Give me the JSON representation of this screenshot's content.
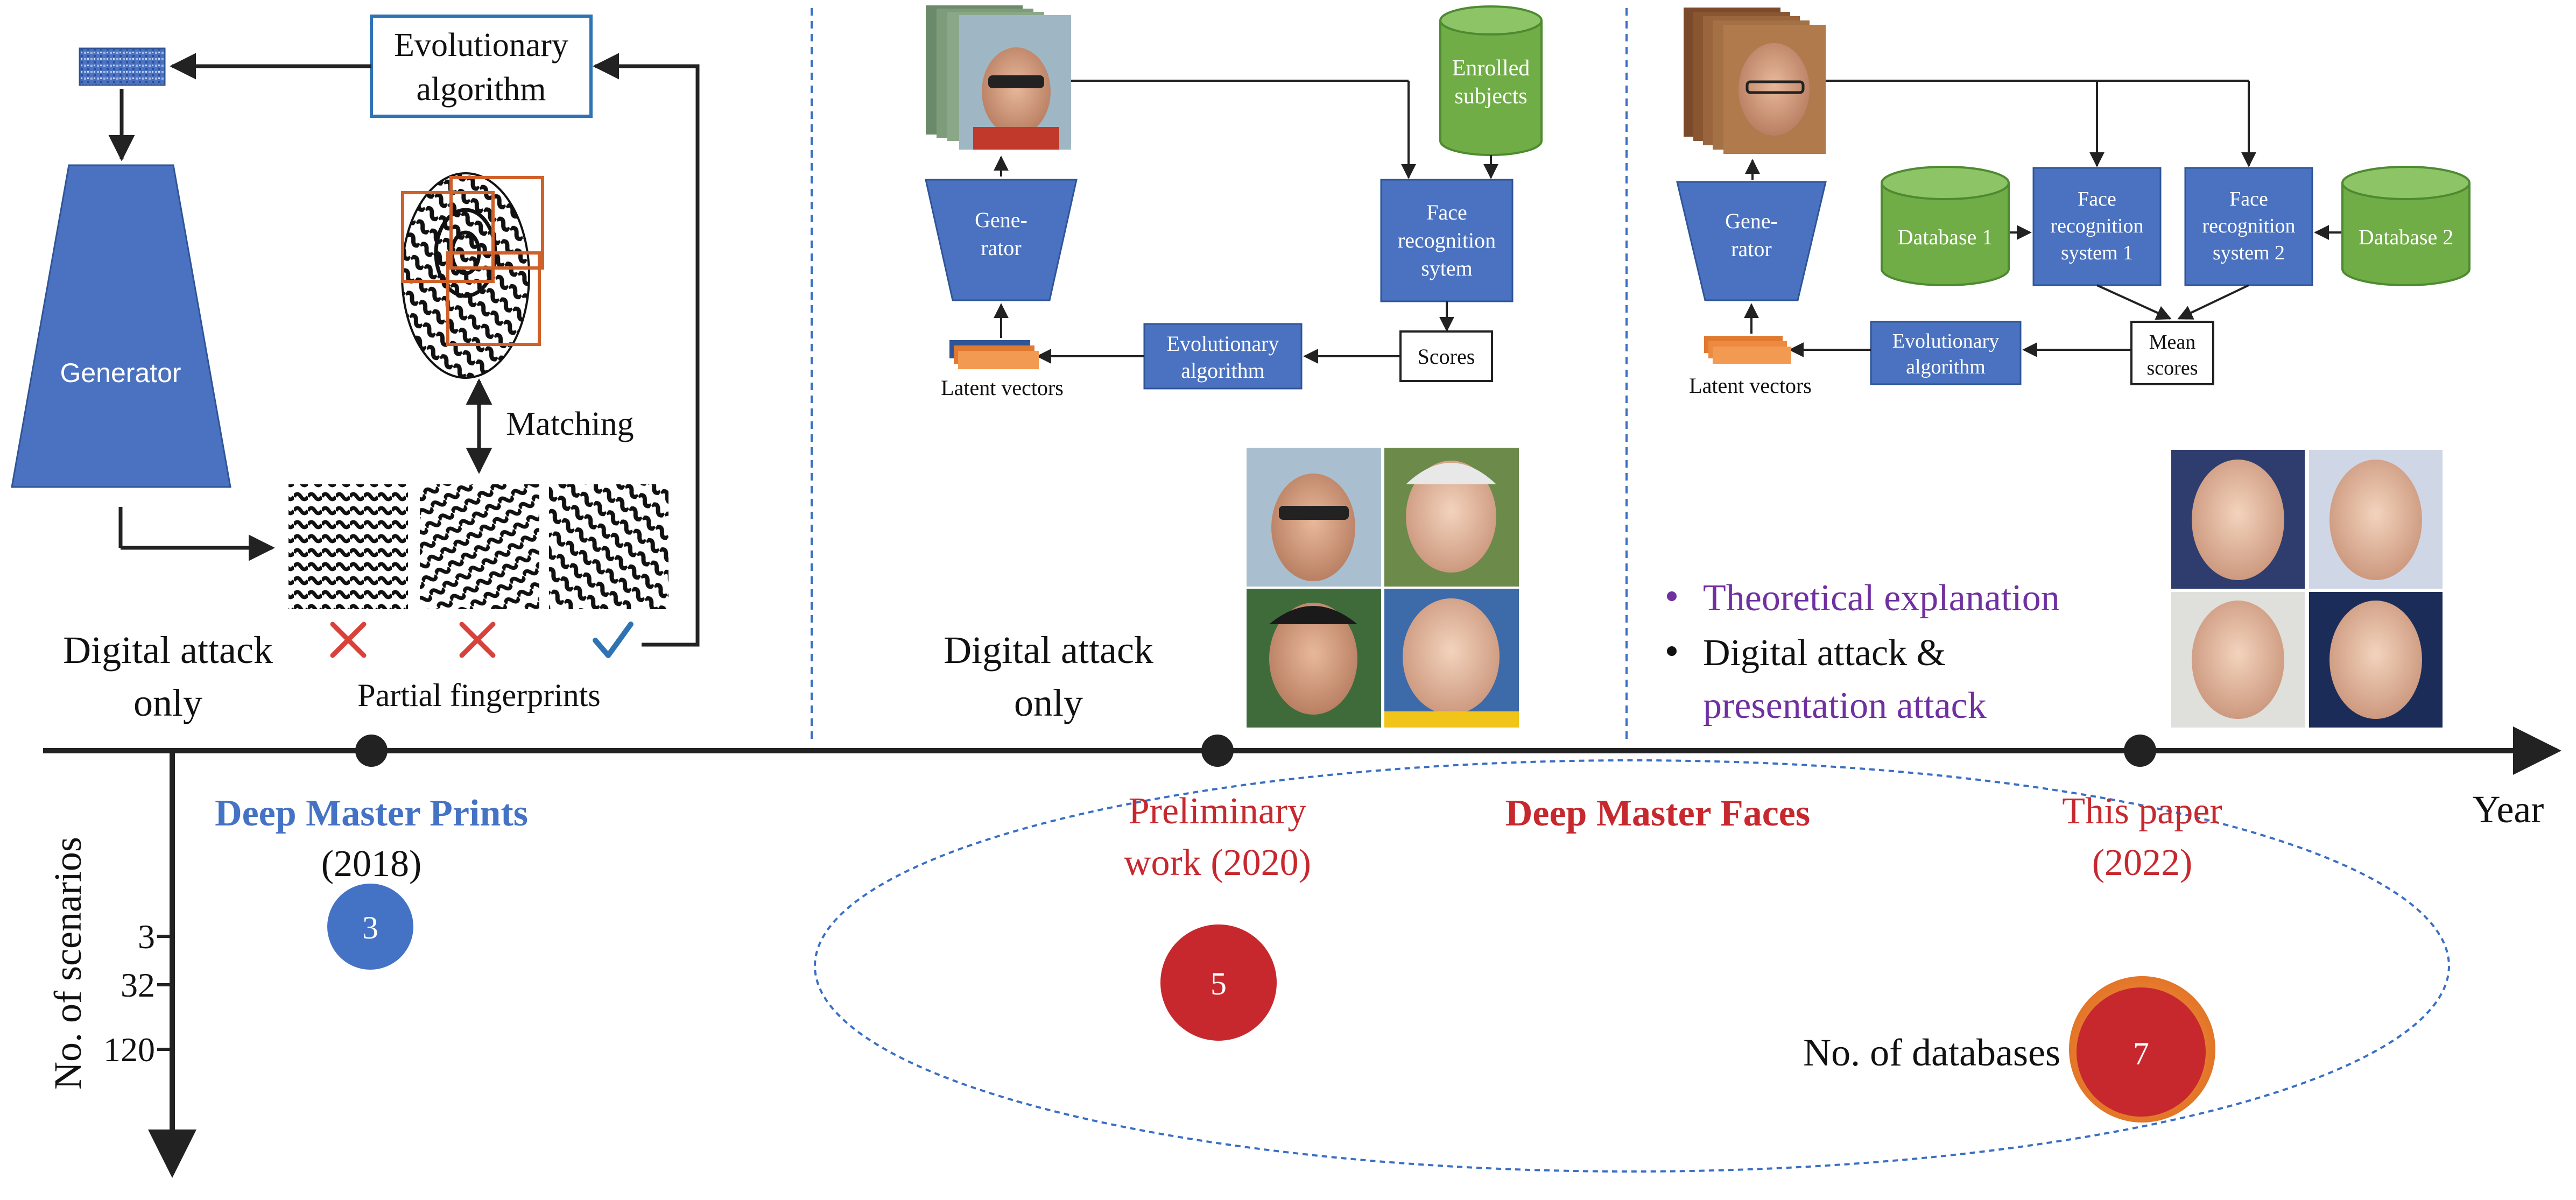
{
  "colors": {
    "accent_blue": "#4472C4",
    "box_blue": "#4A72C0",
    "box_blue_border": "#2F5597",
    "accent_red": "#C7282E",
    "orange": "#E07A30",
    "green": "#70AD47",
    "purple": "#7030A0",
    "line": "#222222",
    "dashed": "#3A6FC4"
  },
  "icons": {
    "fingerprint": "fingerprint-icon",
    "face_photo": "face-photo",
    "cross": "cross-icon",
    "check": "check-icon",
    "database": "database-cylinder"
  },
  "panel1": {
    "evo_label_1": "Evolutionary",
    "evo_label_2": "algorithm",
    "generator_label": "Generator",
    "matching_label": "Matching",
    "partial_label": "Partial fingerprints",
    "attack_line1": "Digital attack",
    "attack_line2": "only"
  },
  "panel2": {
    "generator_line1": "Gene-",
    "generator_line2": "rator",
    "enrolled_line1": "Enrolled",
    "enrolled_line2": "subjects",
    "frs_line1": "Face",
    "frs_line2": "recognition",
    "frs_line3": "sytem",
    "scores_label": "Scores",
    "evo_line1": "Evolutionary",
    "evo_line2": "algorithm",
    "latent_label": "Latent vectors",
    "attack_line1": "Digital attack",
    "attack_line2": "only"
  },
  "panel3": {
    "generator_line1": "Gene-",
    "generator_line2": "rator",
    "db1_label": "Database 1",
    "db2_label": "Database 2",
    "frs1_line1": "Face",
    "frs1_line2": "recognition",
    "frs1_line3": "system 1",
    "frs2_line1": "Face",
    "frs2_line2": "recognition",
    "frs2_line3": "system 2",
    "mean_line1": "Mean",
    "mean_line2": "scores",
    "evo_line1": "Evolutionary",
    "evo_line2": "algorithm",
    "latent_label": "Latent vectors",
    "bullet1": "Theoretical explanation",
    "bullet2": "Digital attack &",
    "bullet3": "presentation attack"
  },
  "timeline": {
    "year_label": "Year",
    "y_axis_label": "No. of scenarios",
    "y_ticks": [
      "3",
      "32",
      "120"
    ],
    "dmp_title": "Deep Master Prints",
    "dmp_year": "(2018)",
    "dmp_scenarios": "3",
    "prelim_line1": "Preliminary",
    "prelim_line2": "work (2020)",
    "prelim_scenarios": "5",
    "dmf_title": "Deep Master Faces",
    "paper_line1": "This paper",
    "paper_line2": "(2022)",
    "paper_scenarios": "7",
    "databases_label": "No. of databases"
  }
}
